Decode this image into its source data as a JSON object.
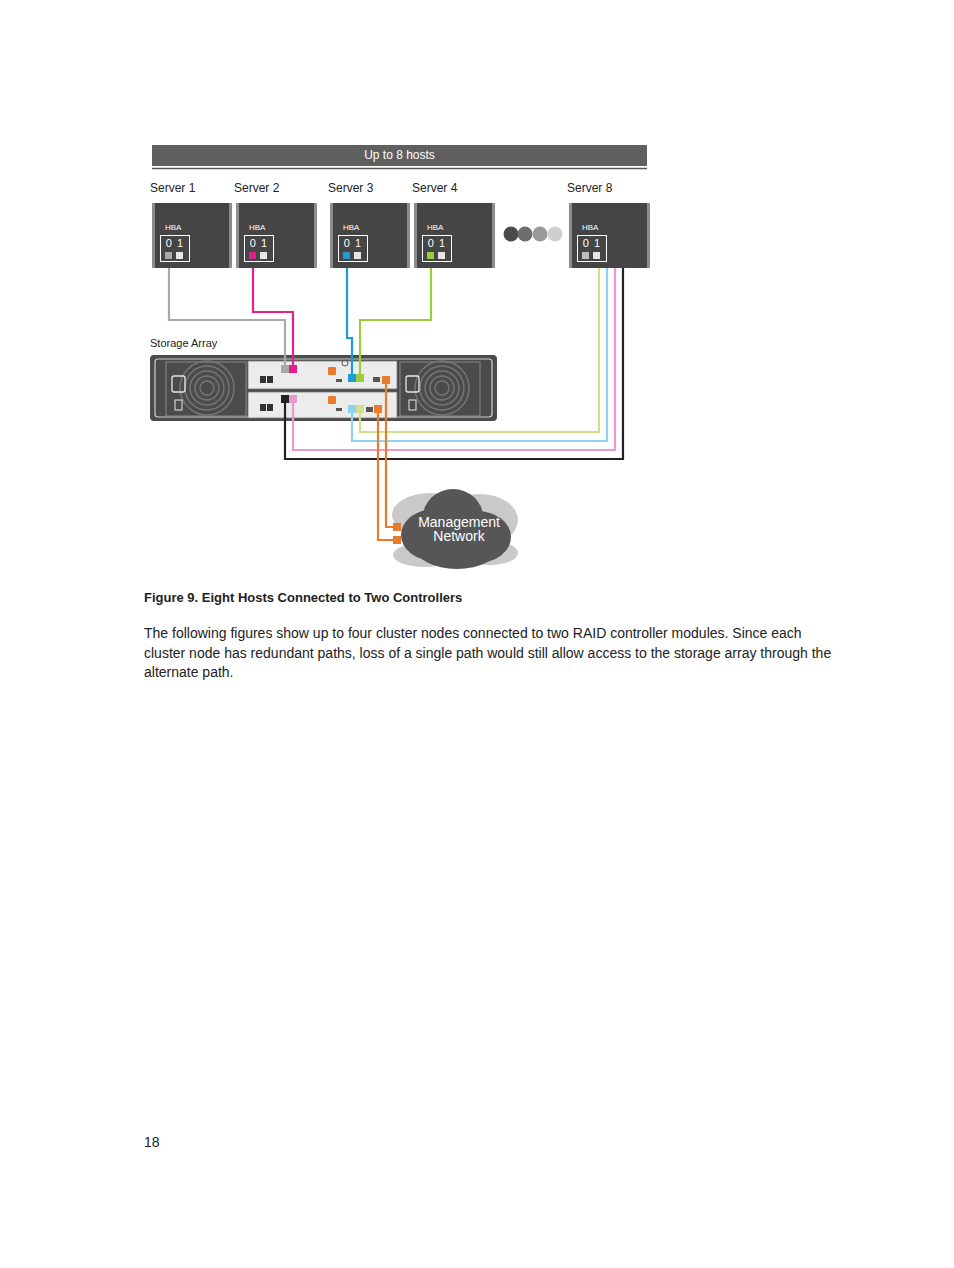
{
  "diagram": {
    "caption": "Figure 9. Eight Hosts Connected to Two Controllers",
    "nodes": [
      {
        "text": [
          "Up to 8 hosts"
        ]
      },
      {
        "text": [
          "Server 1",
          "HBA"
        ]
      },
      {
        "text": [
          "0 1"
        ],
        "in": 1
      },
      {
        "text": [
          "Server 2",
          "HBA"
        ]
      },
      {
        "text": [
          "0 1"
        ],
        "in": 3
      },
      {
        "text": [
          "Server 3",
          "HBA"
        ]
      },
      {
        "text": [
          "0 1"
        ],
        "in": 5
      },
      {
        "text": [
          "Server 4",
          "HBA"
        ]
      },
      {
        "text": [
          "0 1"
        ],
        "in": 7
      },
      {
        "text": [
          "Server 8",
          "HBA"
        ]
      },
      {
        "text": [
          "0 1"
        ],
        "in": 9
      },
      {
        "text": [
          "Storage Array"
        ]
      },
      {
        "text": [
          "Management Network"
        ]
      }
    ],
    "edges": [
      {
        "from": 2,
        "to": 11,
        "arrow": "none"
      },
      {
        "from": 4,
        "to": 11,
        "arrow": "none"
      },
      {
        "from": 6,
        "to": 11,
        "arrow": "none"
      },
      {
        "from": 8,
        "to": 11,
        "arrow": "none"
      },
      {
        "from": 10,
        "to": 11,
        "arrow": "none"
      },
      {
        "from": 10,
        "to": 11,
        "arrow": "none"
      },
      {
        "from": 10,
        "to": 11,
        "arrow": "none"
      },
      {
        "from": 10,
        "to": 11,
        "arrow": "none"
      },
      {
        "from": 11,
        "to": 12,
        "arrow": "none"
      },
      {
        "from": 11,
        "to": 12,
        "arrow": "none"
      }
    ],
    "labels": [
      "The following figures show up to four cluster nodes connected to two RAID controller modules. Since each cluster node has redundant paths, loss of a single path would still allow access to the storage array through the alternate path.",
      "18"
    ]
  }
}
